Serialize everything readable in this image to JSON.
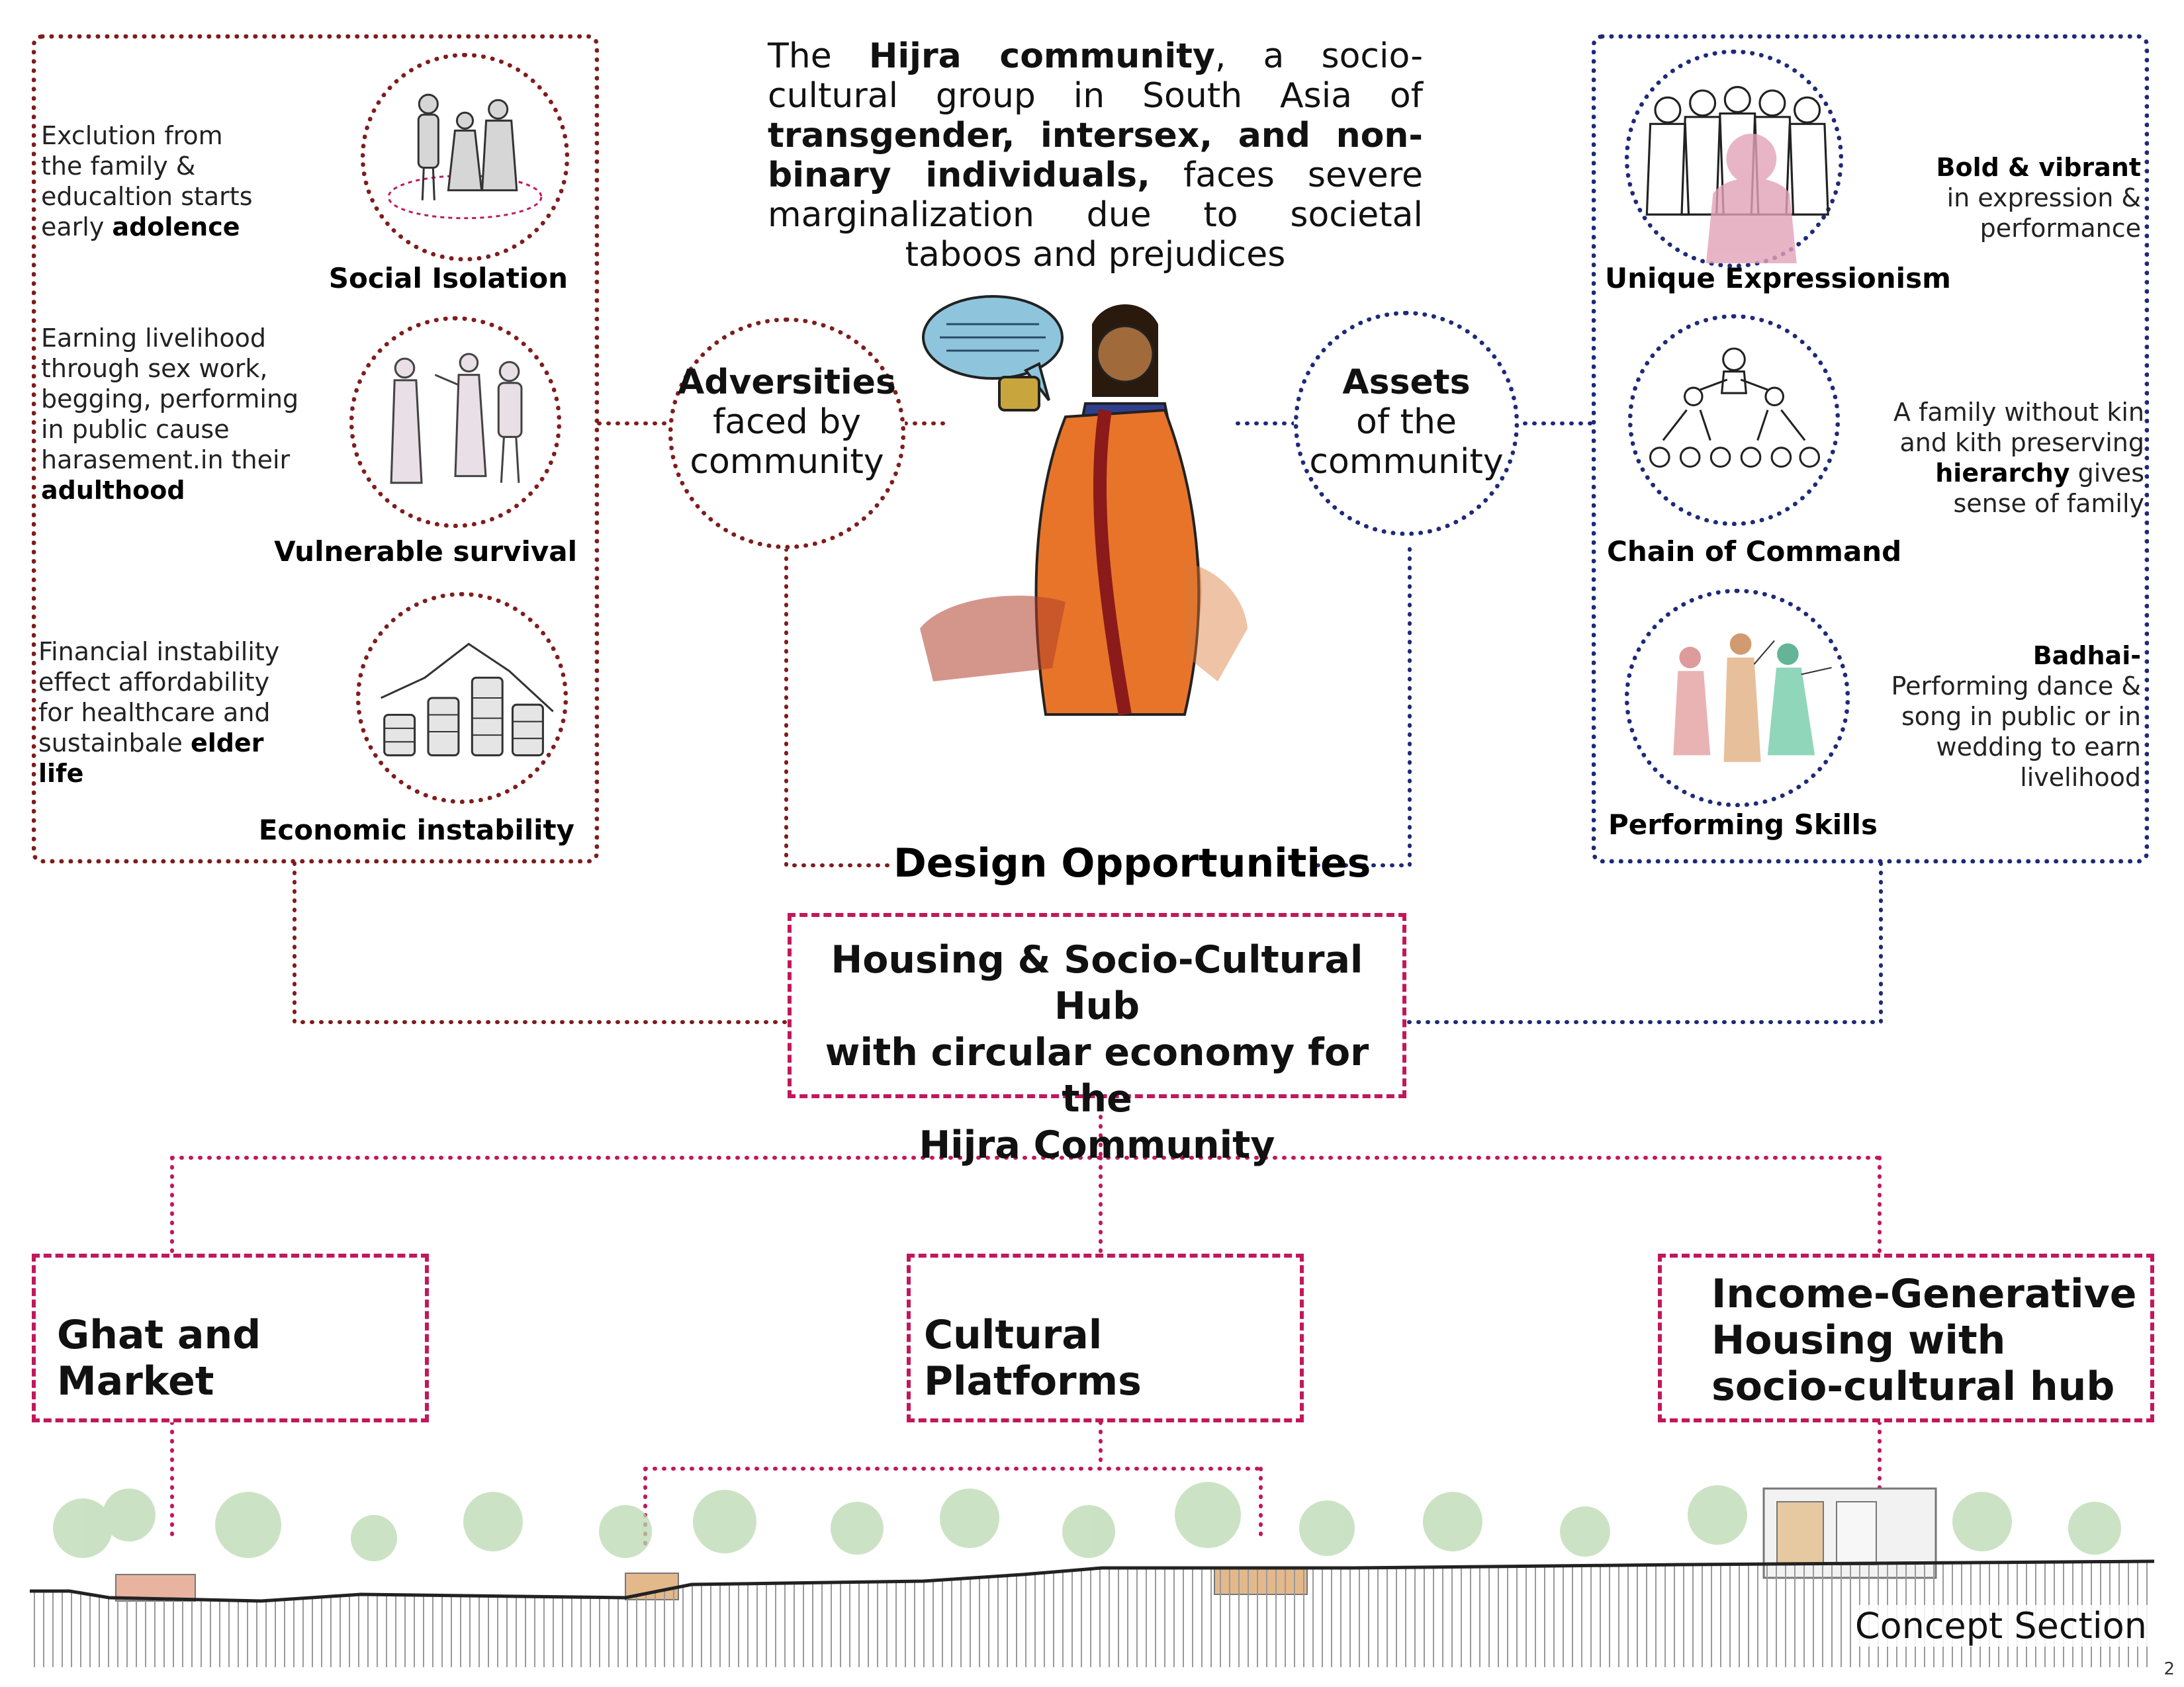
{
  "intro": {
    "parts": [
      {
        "t": "The ",
        "b": false
      },
      {
        "t": "Hijra community",
        "b": true
      },
      {
        "t": ", a socio-cultural group in South Asia of ",
        "b": false
      },
      {
        "t": "transgender, intersex, and non-binary individuals,",
        "b": true
      },
      {
        "t": " faces severe marginalization due to societal taboos and prejudices",
        "b": false
      }
    ]
  },
  "adversities": {
    "node": {
      "line1": "Adversities",
      "line2": "faced by",
      "line3": "community"
    },
    "items": [
      {
        "label": "Social Isolation",
        "icon": "family-exclusion-icon",
        "desc": [
          {
            "t": "Exclution from the  family & educaltion starts early ",
            "b": false
          },
          {
            "t": "adolence",
            "b": true
          }
        ]
      },
      {
        "label": "Vulnerable survival",
        "icon": "harassment-icon",
        "desc": [
          {
            "t": "Earning livelihood through sex work, begging, performing in public cause harasement.in their ",
            "b": false
          },
          {
            "t": "adulthood",
            "b": true
          }
        ]
      },
      {
        "label": "Economic instability",
        "icon": "coin-stacks-icon",
        "desc": [
          {
            "t": "Financial instability effect affordability for healthcare and sustainbale ",
            "b": false
          },
          {
            "t": "elder life",
            "b": true
          }
        ]
      }
    ]
  },
  "assets": {
    "node": {
      "line1": "Assets",
      "line2": "of the",
      "line3": "community"
    },
    "items": [
      {
        "label": "Unique Expressionism",
        "icon": "crowd-icon",
        "desc": [
          {
            "t": "Bold & vibrant",
            "b": true
          },
          {
            "t": " in expression & performance",
            "b": false
          }
        ]
      },
      {
        "label": "Chain of Command",
        "icon": "hierarchy-icon",
        "desc": [
          {
            "t": "A family without kin and kith preserving ",
            "b": false
          },
          {
            "t": "hierarchy",
            "b": true
          },
          {
            "t": " gives sense of family",
            "b": false
          }
        ]
      },
      {
        "label": "Performing Skills",
        "icon": "dancers-icon",
        "desc": [
          {
            "t": "Badhai-",
            "b": true
          },
          {
            "t": " Performing dance & song in public or in wedding to earn livelihood",
            "b": false
          }
        ]
      }
    ]
  },
  "central_figure": {
    "icon": "hijra-woman-illustration-icon"
  },
  "design_opportunities": "Design Opportunities",
  "hub": {
    "lines": [
      "Housing  & Socio-Cultural Hub",
      "with circular economy for the",
      "Hijra Community"
    ]
  },
  "outputs": [
    {
      "lines": [
        "Ghat and Market"
      ]
    },
    {
      "lines": [
        "Cultural Platforms"
      ]
    },
    {
      "lines": [
        "Income-Generative",
        "Housing with",
        "socio-cultural hub"
      ]
    }
  ],
  "section": {
    "label": "Concept Section",
    "icon": "concept-section-illustration-icon"
  },
  "page_number": "2",
  "colors": {
    "adversity": "#7f1d1d",
    "asset": "#1e2a78",
    "opportunity": "#c2185b"
  }
}
